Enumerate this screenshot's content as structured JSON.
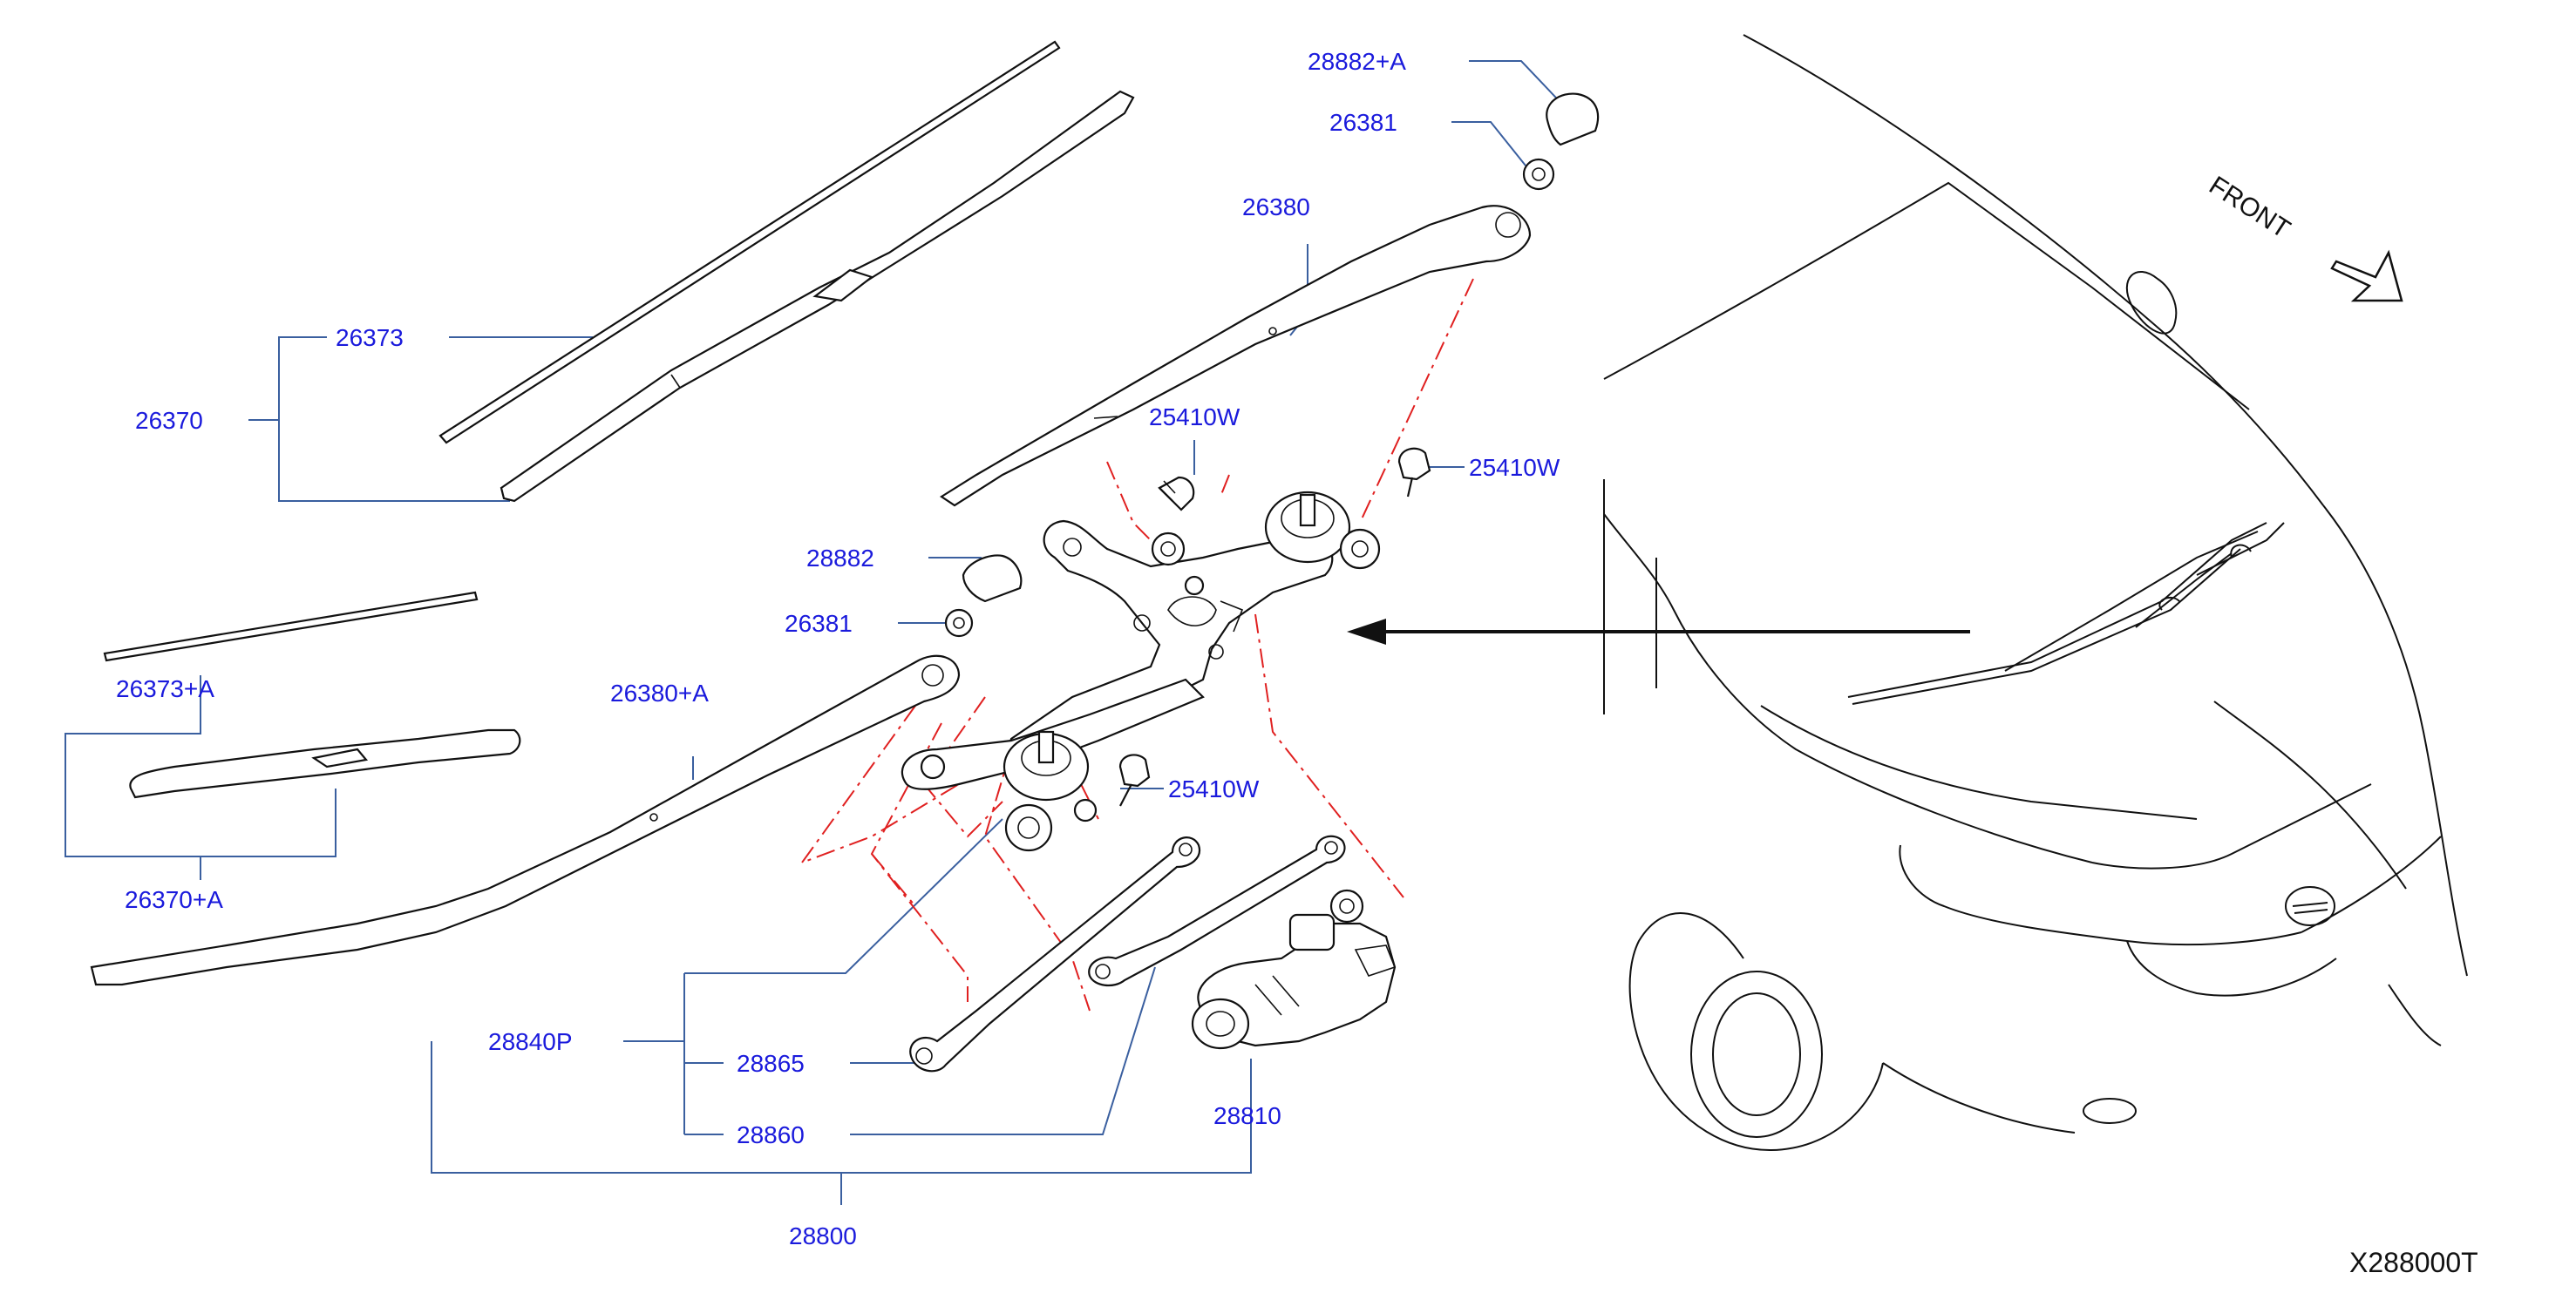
{
  "colors": {
    "label": "#1a1adc",
    "leader": "#3a5f9f",
    "dashed_assembly": "#e02020",
    "outline": "#111111",
    "background": "#ffffff"
  },
  "diagram": {
    "direction_label": "FRONT",
    "reference_code": "X288000T",
    "parts": {
      "p_28882_a": "28882+A",
      "p_26381_top": "26381",
      "p_26380": "26380",
      "p_26373": "26373",
      "p_26370": "26370",
      "p_25410w_top": "25410W",
      "p_25410w_right": "25410W",
      "p_28882": "28882",
      "p_26381_mid": "26381",
      "p_26373_a": "26373+A",
      "p_26380_a": "26380+A",
      "p_25410w_low": "25410W",
      "p_26370_a": "26370+A",
      "p_28840p": "28840P",
      "p_28865": "28865",
      "p_28860": "28860",
      "p_28810": "28810",
      "p_28800": "28800"
    }
  }
}
